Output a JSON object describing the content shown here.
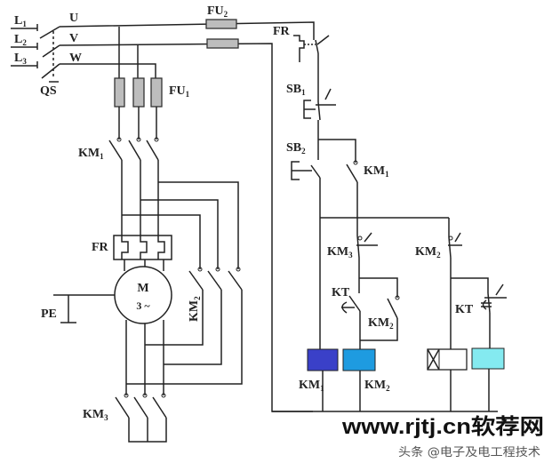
{
  "labels": {
    "L1": {
      "main": "L",
      "sub": "1"
    },
    "L2": {
      "main": "L",
      "sub": "2"
    },
    "L3": {
      "main": "L",
      "sub": "3"
    },
    "U": "U",
    "V": "V",
    "W": "W",
    "QS": "QS",
    "FU1": {
      "main": "FU",
      "sub": "1"
    },
    "FU2": {
      "main": "FU",
      "sub": "2"
    },
    "KM1_power": {
      "main": "KM",
      "sub": "1"
    },
    "KM2_power": {
      "main": "KM",
      "sub": "2"
    },
    "KM3_power": {
      "main": "KM",
      "sub": "3"
    },
    "FR_power": "FR",
    "motor": {
      "name": "M",
      "phase": "3 ~"
    },
    "PE": "PE",
    "FR_ctrl": "FR",
    "SB1": {
      "main": "SB",
      "sub": "1"
    },
    "SB2": {
      "main": "SB",
      "sub": "2"
    },
    "KM1_hold": {
      "main": "KM",
      "sub": "1"
    },
    "KM3_nc": {
      "main": "KM",
      "sub": "3"
    },
    "KM2_nc": {
      "main": "KM",
      "sub": "2"
    },
    "KT_no": "KT",
    "KM2_hold": {
      "main": "KM",
      "sub": "2"
    },
    "KT_nc": "KT",
    "coil_KM1": {
      "main": "KM",
      "sub": "1"
    },
    "coil_KM2": {
      "main": "KM",
      "sub": "2"
    }
  },
  "coil_colors": {
    "KM1": "#3a40c8",
    "KM2": "#1e9be0",
    "KT": "#ffffff",
    "KM3": "#84eaf0"
  },
  "watermark": {
    "main": "www.rjtj.cn软荐网",
    "sub": "头条 @电子及电工程技术"
  }
}
